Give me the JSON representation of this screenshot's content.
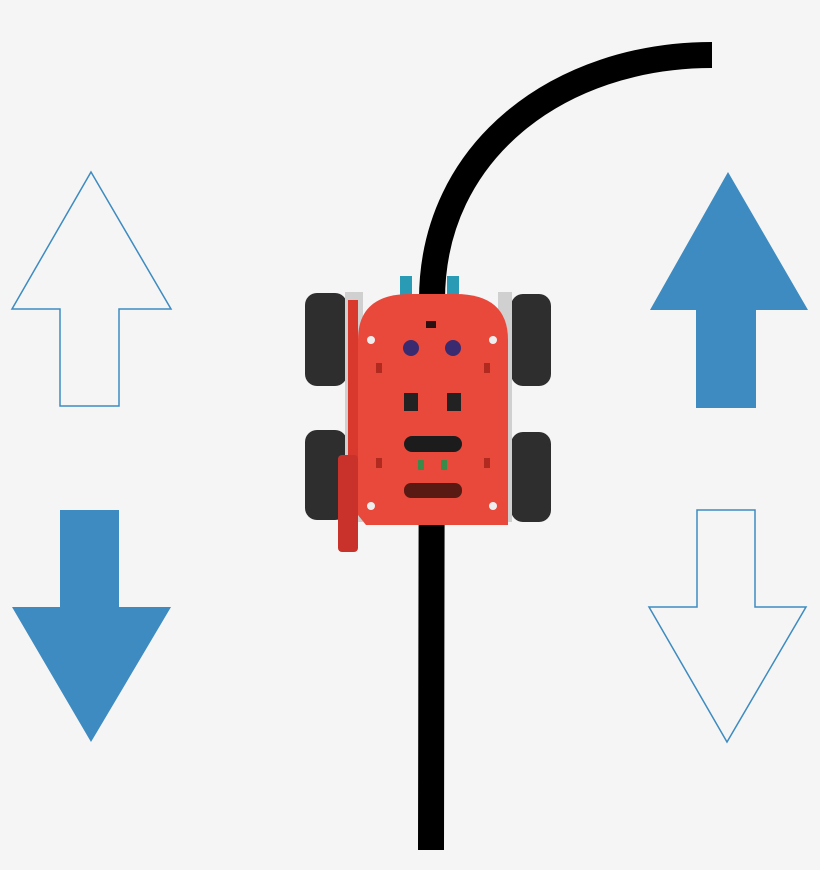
{
  "colors": {
    "background": "#f5f5f5",
    "arrow": "#3d8bc0",
    "track": "#000000",
    "chassis": "#e8493b",
    "wheel": "#2e2e2e",
    "sensor": "#2a9bb5"
  },
  "arrows": [
    {
      "direction": "up",
      "style": "outline",
      "side": "left"
    },
    {
      "direction": "down",
      "style": "filled",
      "side": "left"
    },
    {
      "direction": "up",
      "style": "filled",
      "side": "right"
    },
    {
      "direction": "down",
      "style": "outline",
      "side": "right"
    }
  ],
  "icons": {
    "robot": "line-following-robot-car",
    "track": "black-line-track"
  }
}
